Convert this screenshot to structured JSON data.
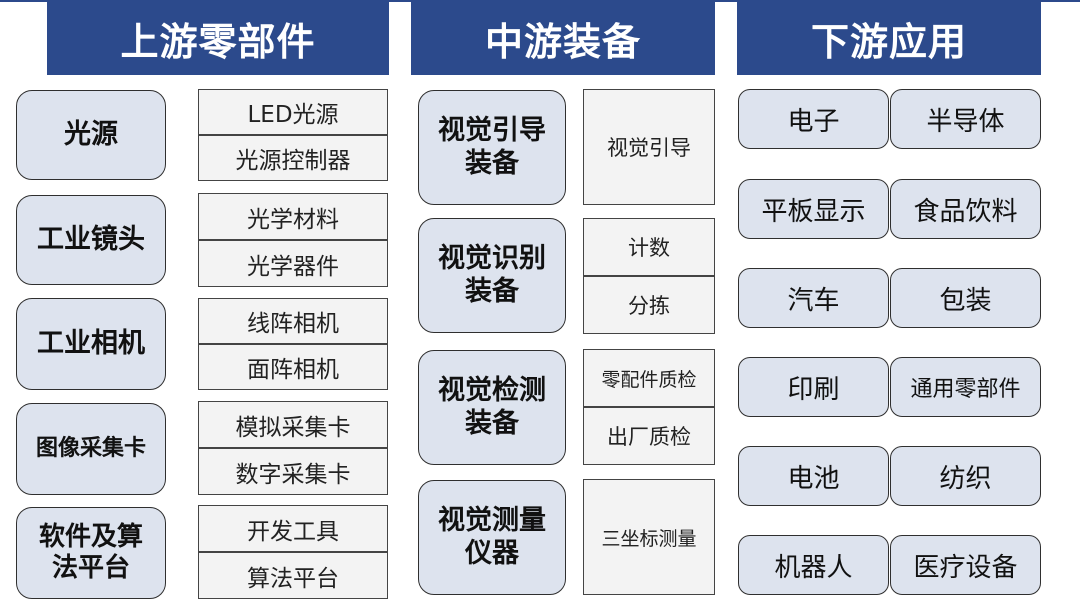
{
  "headers": {
    "upstream": "上游零部件",
    "midstream": "中游装备",
    "downstream": "下游应用"
  },
  "upstream": [
    {
      "category": "光源",
      "items": [
        "LED光源",
        "光源控制器"
      ]
    },
    {
      "category": "工业镜头",
      "items": [
        "光学材料",
        "光学器件"
      ]
    },
    {
      "category": "工业相机",
      "items": [
        "线阵相机",
        "面阵相机"
      ]
    },
    {
      "category": "图像采集卡",
      "items": [
        "模拟采集卡",
        "数字采集卡"
      ]
    },
    {
      "category": "软件及算\n法平台",
      "items": [
        "开发工具",
        "算法平台"
      ]
    }
  ],
  "midstream": [
    {
      "category": "视觉引导\n装备",
      "items": [
        "视觉引导"
      ]
    },
    {
      "category": "视觉识别\n装备",
      "items": [
        "计数",
        "分拣"
      ]
    },
    {
      "category": "视觉检测\n装备",
      "items": [
        "零配件质检",
        "出厂质检"
      ]
    },
    {
      "category": "视觉测量\n仪器",
      "items": [
        "三坐标测量"
      ]
    }
  ],
  "downstream": [
    [
      "电子",
      "半导体"
    ],
    [
      "平板显示",
      "食品饮料"
    ],
    [
      "汽车",
      "包装"
    ],
    [
      "印刷",
      "通用零部件"
    ],
    [
      "电池",
      "纺织"
    ],
    [
      "机器人",
      "医疗设备"
    ]
  ],
  "colors": {
    "header": "#2c4a8c",
    "box_fill": "#dde3ee",
    "sub_fill": "#f3f3f3"
  }
}
